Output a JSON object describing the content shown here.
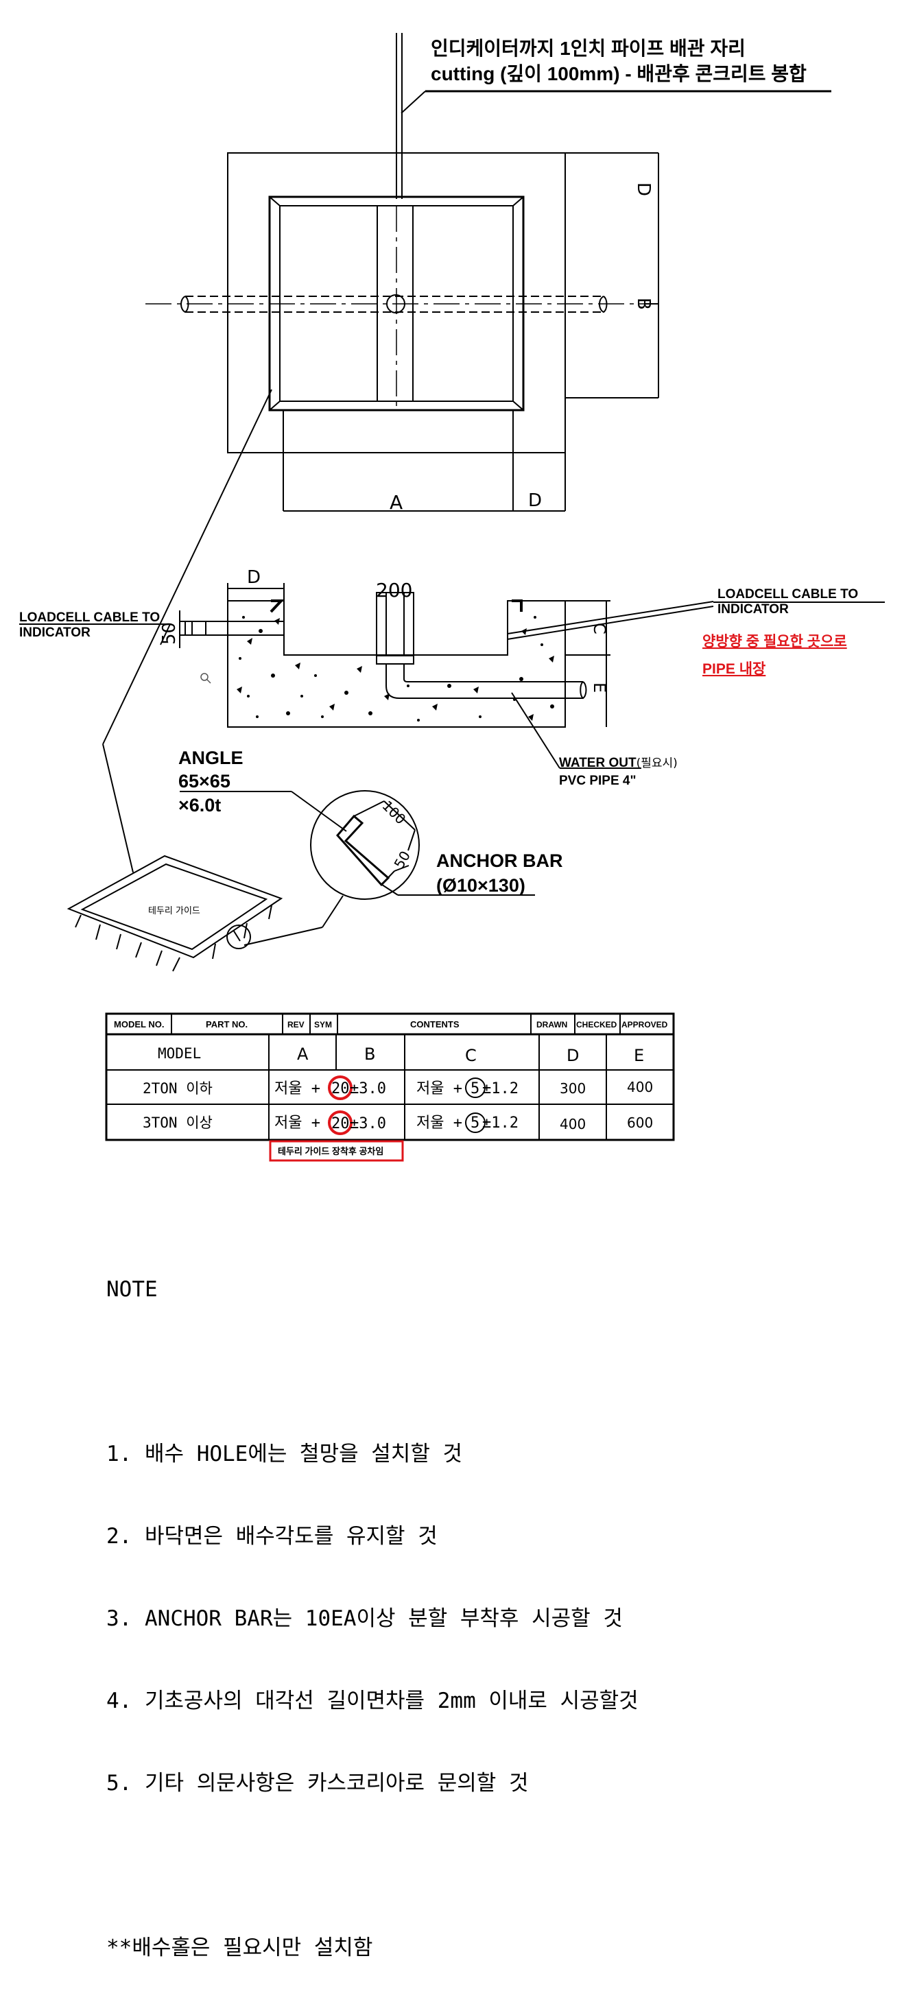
{
  "top_view": {
    "callout_line1": "인디케이터까지 1인치 파이프 배관 자리",
    "callout_line2": "cutting (깊이 100mm) - 배관후 콘크리트 봉합",
    "dim_a": "A",
    "dim_b": "B",
    "dim_d_right": "D",
    "dim_d_bottom": "D"
  },
  "section_view": {
    "dim_d": "D",
    "dim_200": "200",
    "dim_50": "50",
    "dim_c": "C",
    "dim_e": "E",
    "left_cable": [
      "LOADCELL CABLE TO",
      "INDICATOR"
    ],
    "right_cable": [
      "LOADCELL CABLE TO",
      "INDICATOR"
    ],
    "red_note": [
      "양방향 중 필요한 곳으로",
      "PIPE  내장"
    ],
    "water_out": "WATER OUT",
    "water_out_note": "(필요시)",
    "pvc_pipe": "PVC PIPE 4\""
  },
  "detail": {
    "angle_label": [
      "ANGLE",
      "65×65",
      "×6.0t"
    ],
    "anchor_label": [
      "ANCHOR BAR",
      "(Ø10×130)"
    ],
    "dim_100": "100",
    "dim_50": "50",
    "guide_label": "테두리 가이드"
  },
  "table": {
    "title_headers": [
      "MODEL NO.",
      "PART NO.",
      "REV",
      "SYM",
      "CONTENTS",
      "DRAWN",
      "CHECKED",
      "APPROVED"
    ],
    "columns": [
      "MODEL",
      "A",
      "B",
      "C",
      "D",
      "E"
    ],
    "rows": [
      {
        "model": "2TON 이하",
        "a_prefix": "저울 +",
        "a_circled": "20",
        "a_suffix": "±3.0",
        "c_prefix": "저울 +",
        "c_circled": "5",
        "c_suffix": "±1.2",
        "d": "300",
        "e": "400"
      },
      {
        "model": "3TON 이상",
        "a_prefix": "저울 +",
        "a_circled": "20",
        "a_suffix": "±3.0",
        "c_prefix": "저울 +",
        "c_circled": "5",
        "c_suffix": "±1.2",
        "d": "400",
        "e": "600"
      }
    ],
    "red_box_note": "테두리 가이드 장착후 공차임"
  },
  "notes": {
    "title": "NOTE",
    "items": [
      "1. 배수 HOLE에는 철망을 설치할 것",
      "2. 바닥면은 배수각도를 유지할 것",
      "3. ANCHOR BAR는 10EA이상 분할 부착후 시공할 것",
      "4. 기초공사의 대각선 길이면차를 2mm 이내로 시공할것",
      "5. 기타 의문사항은 카스코리아로 문의할 것"
    ],
    "footer": "**배수홀은 필요시만 설치함"
  },
  "colors": {
    "line": "#000000",
    "highlight": "#e0161b"
  },
  "icons": [
    "magnifier-icon"
  ]
}
